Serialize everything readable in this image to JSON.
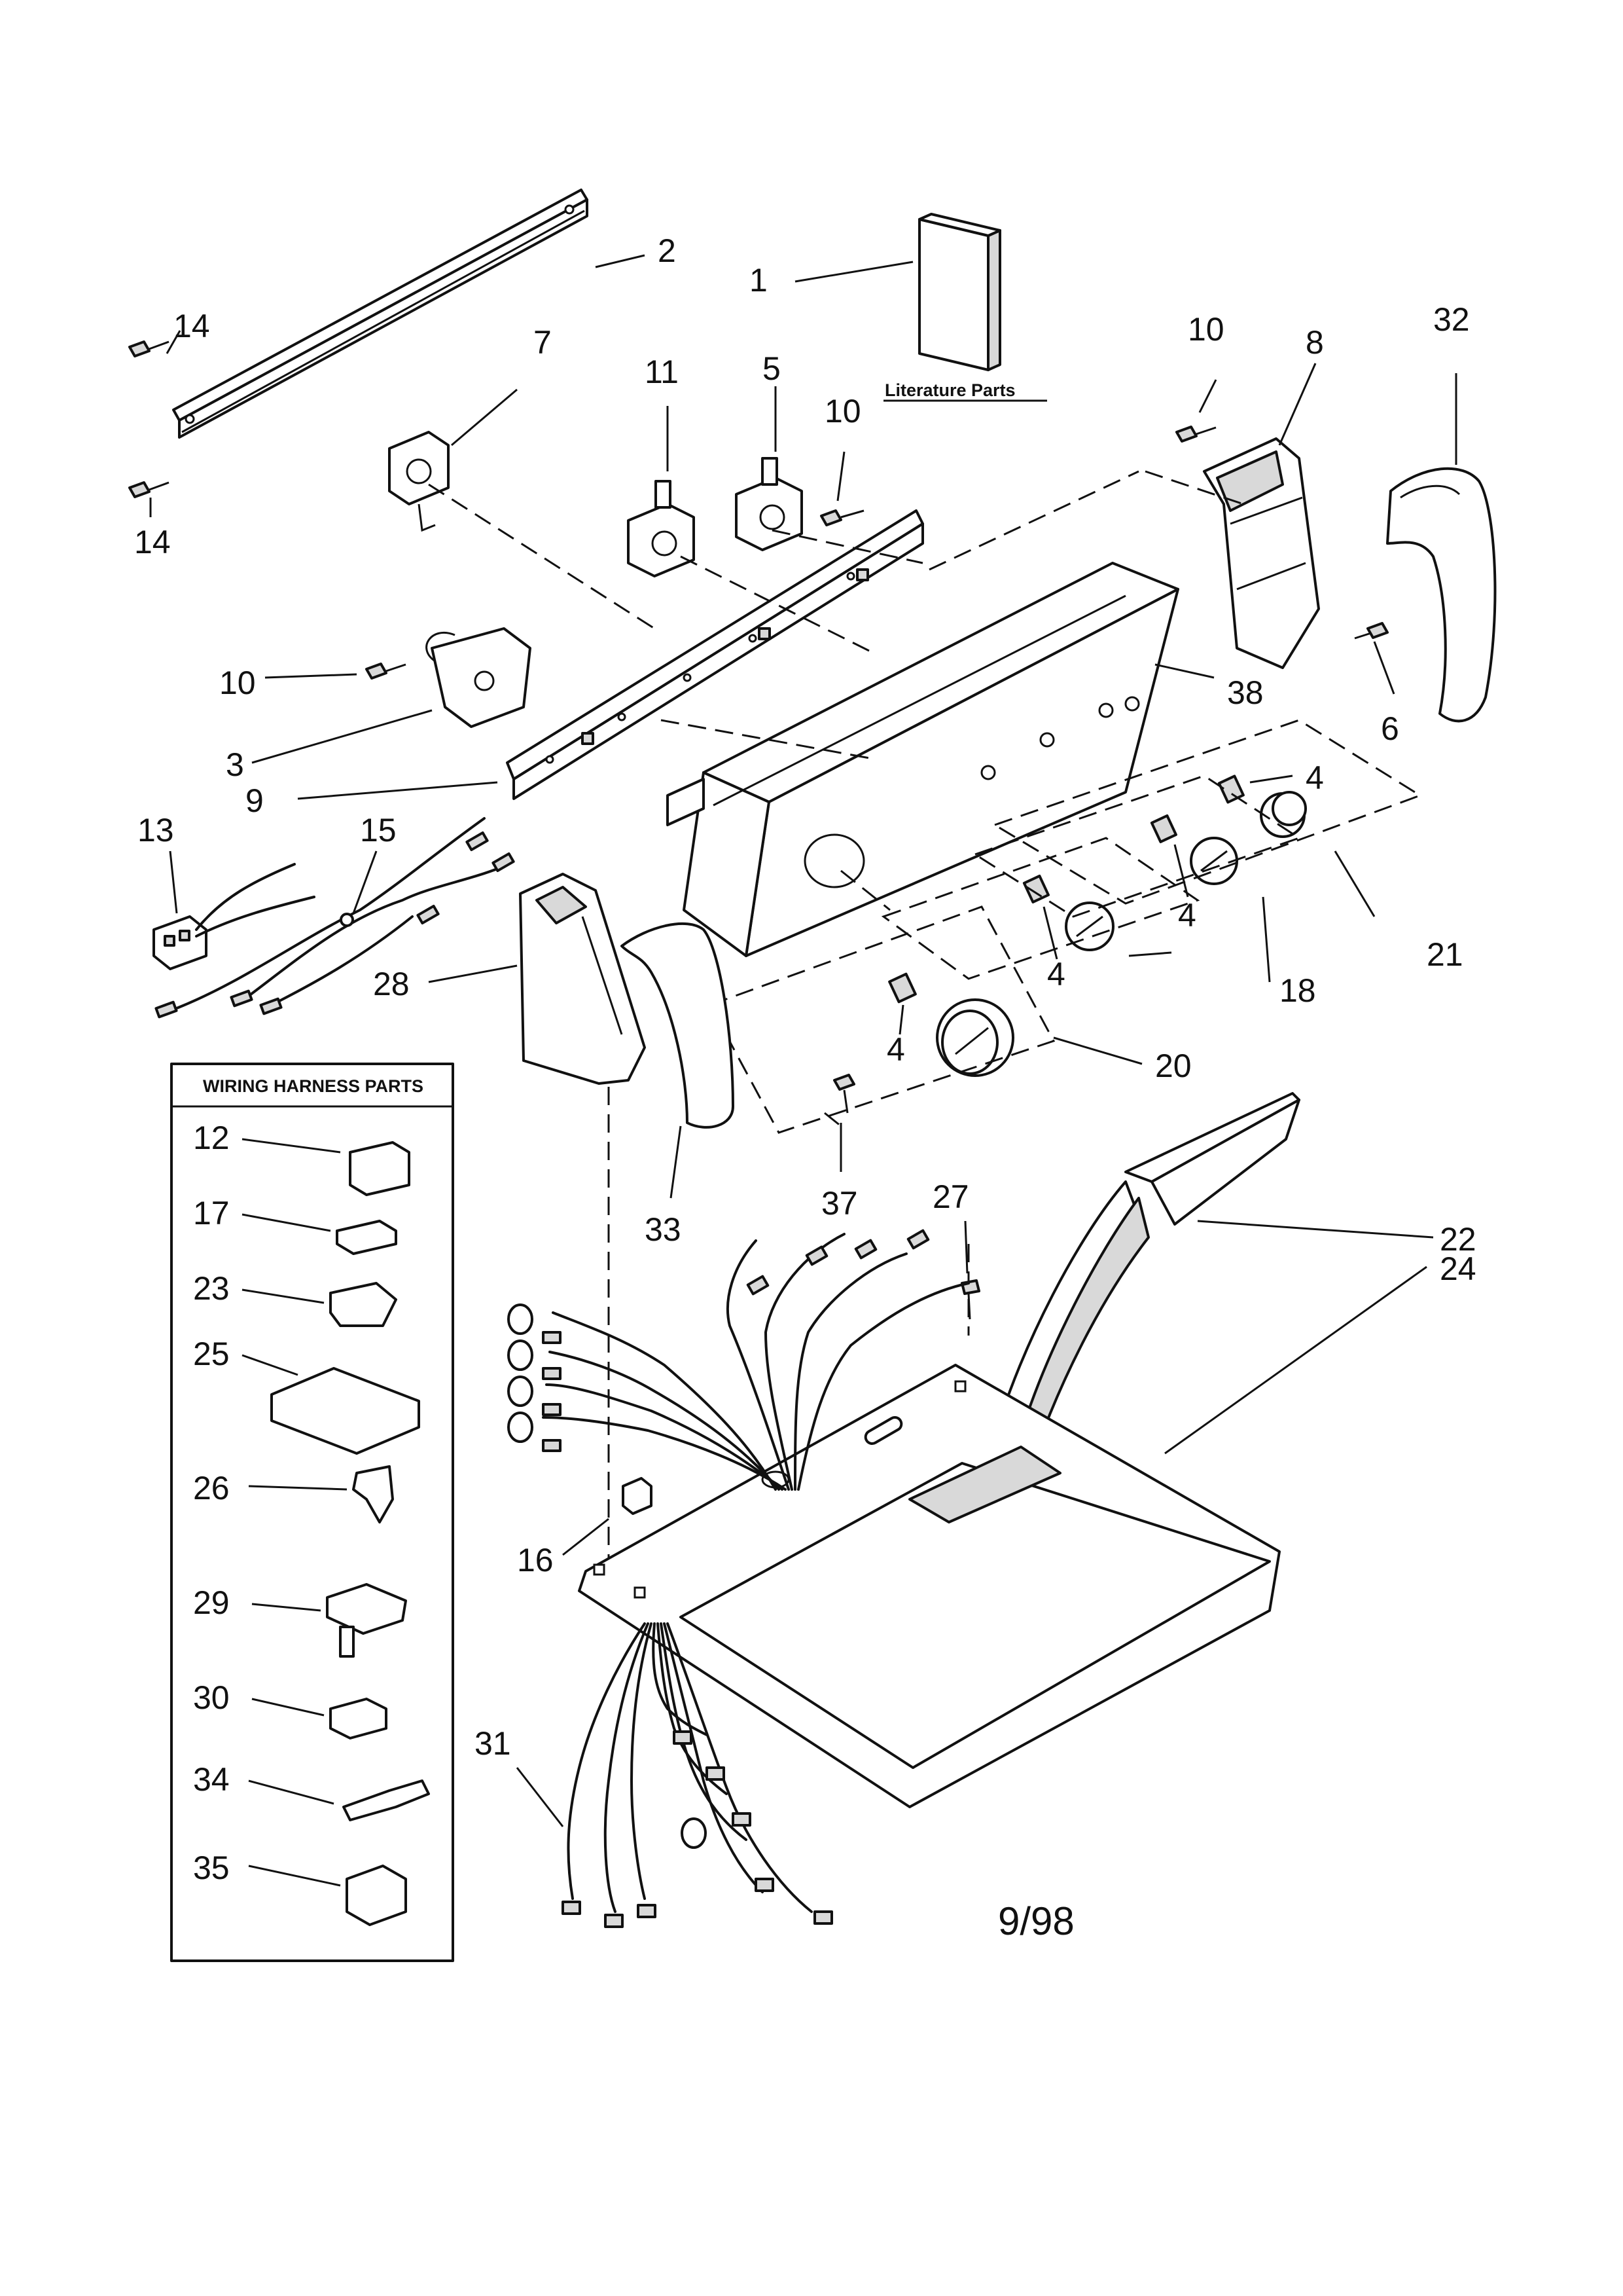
{
  "callouts": [
    {
      "id": "c1",
      "text": "1"
    },
    {
      "id": "c2",
      "text": "2"
    },
    {
      "id": "c3",
      "text": "3"
    },
    {
      "id": "c4a",
      "text": "4"
    },
    {
      "id": "c4b",
      "text": "4"
    },
    {
      "id": "c4c",
      "text": "4"
    },
    {
      "id": "c4d",
      "text": "4"
    },
    {
      "id": "c5",
      "text": "5"
    },
    {
      "id": "c6",
      "text": "6"
    },
    {
      "id": "c7",
      "text": "7"
    },
    {
      "id": "c8",
      "text": "8"
    },
    {
      "id": "c9",
      "text": "9"
    },
    {
      "id": "c10a",
      "text": "10"
    },
    {
      "id": "c10b",
      "text": "10"
    },
    {
      "id": "c10c",
      "text": "10"
    },
    {
      "id": "c11",
      "text": "11"
    },
    {
      "id": "c13",
      "text": "13"
    },
    {
      "id": "c14a",
      "text": "14"
    },
    {
      "id": "c14b",
      "text": "14"
    },
    {
      "id": "c15",
      "text": "15"
    },
    {
      "id": "c16",
      "text": "16"
    },
    {
      "id": "c18",
      "text": "18"
    },
    {
      "id": "c20",
      "text": "20"
    },
    {
      "id": "c21",
      "text": "21"
    },
    {
      "id": "c22",
      "text": "22"
    },
    {
      "id": "c24",
      "text": "24"
    },
    {
      "id": "c27",
      "text": "27"
    },
    {
      "id": "c28",
      "text": "28"
    },
    {
      "id": "c31",
      "text": "31"
    },
    {
      "id": "c32",
      "text": "32"
    },
    {
      "id": "c33",
      "text": "33"
    },
    {
      "id": "c37",
      "text": "37"
    },
    {
      "id": "c38",
      "text": "38"
    }
  ],
  "literature": {
    "label": "Literature Parts"
  },
  "wiring_box": {
    "title": "WIRING HARNESS PARTS",
    "items": [
      "12",
      "17",
      "23",
      "25",
      "26",
      "29",
      "30",
      "34",
      "35"
    ]
  },
  "date_stamp": "9/98"
}
